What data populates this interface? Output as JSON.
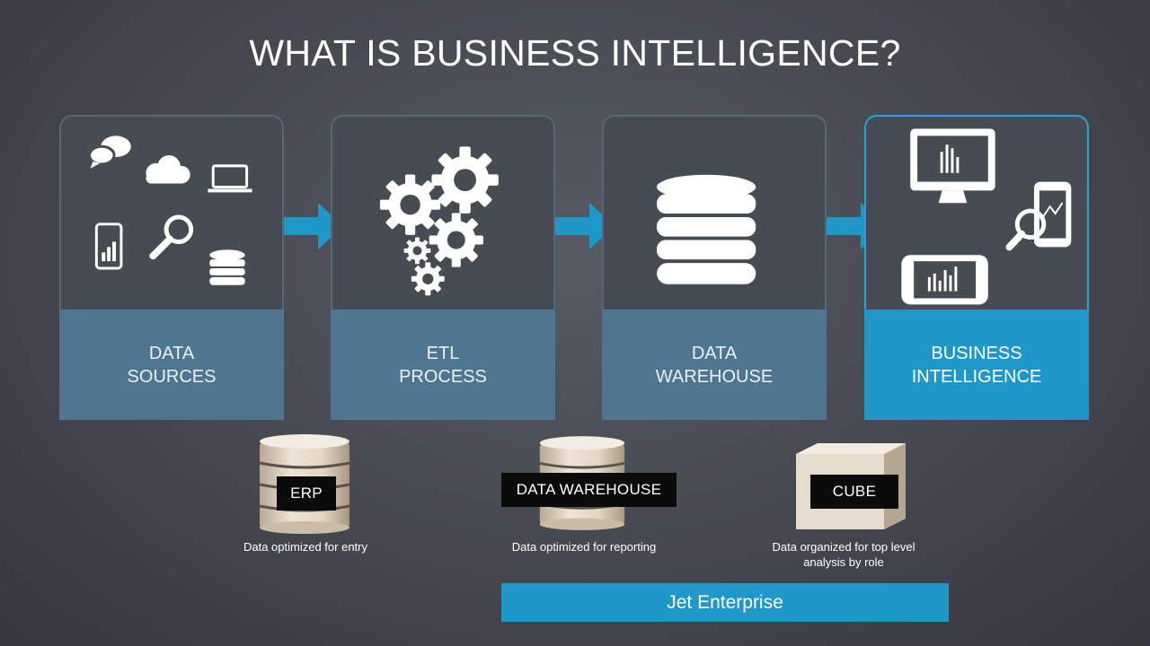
{
  "title": "WHAT IS BUSINESS INTELLIGENCE?",
  "stages": [
    {
      "line1": "DATA",
      "line2": "SOURCES"
    },
    {
      "line1": "ETL",
      "line2": "PROCESS"
    },
    {
      "line1": "DATA",
      "line2": "WAREHOUSE"
    },
    {
      "line1": "BUSINESS",
      "line2": "INTELLIGENCE"
    }
  ],
  "objects": [
    {
      "tag": "ERP",
      "caption": "Data optimized for entry"
    },
    {
      "tag": "DATA WAREHOUSE",
      "caption": "Data optimized for reporting"
    },
    {
      "tag": "CUBE",
      "caption_line1": "Data organized for top level",
      "caption_line2": "analysis by role"
    }
  ],
  "footer": {
    "label": "Jet Enterprise"
  },
  "colors": {
    "accent": "#1f97c9",
    "stage_label": "#4f7690",
    "background": "#45484f"
  },
  "icons": [
    "chat-bubbles-icon",
    "cloud-icon",
    "laptop-icon",
    "smartphone-icon",
    "magnifier-icon",
    "database-icon",
    "gears-icon",
    "monitor-chart-icon",
    "phone-analytics-icon",
    "tablet-chart-icon",
    "arrow-right-icon"
  ]
}
